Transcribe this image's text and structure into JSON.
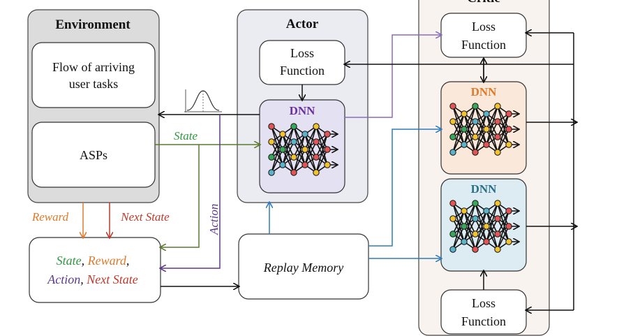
{
  "environment": {
    "title": "Environment",
    "flow_line1": "Flow of arriving",
    "flow_line2": "user tasks",
    "asps": "ASPs"
  },
  "actor": {
    "title": "Actor",
    "loss_line1": "Loss",
    "loss_line2": "Function",
    "dnn": "DNN"
  },
  "critic": {
    "title": "Critic",
    "loss_top_line1": "Loss",
    "loss_top_line2": "Function",
    "dnn_top": "DNN",
    "dnn_bottom": "DNN",
    "loss_bottom_line1": "Loss",
    "loss_bottom_line2": "Function"
  },
  "labels": {
    "state": "State",
    "reward": "Reward",
    "next_state": "Next State",
    "action": "Action"
  },
  "transition": {
    "state": "State",
    "sep1": ", ",
    "reward": "Reward",
    "sep2": ",",
    "action": "Action",
    "sep3": ", ",
    "next_state": "Next State"
  },
  "replay": "Replay Memory",
  "colors": {
    "green": "#5a7a2e",
    "orange": "#e07a2a",
    "red": "#c0392b",
    "purple": "#5b3a8c",
    "violet": "#8a6cbf",
    "blue": "#2e7bbf",
    "actor_dnn": "#6b2fa0",
    "critic_dnn_top": "#e07a2a",
    "critic_dnn_bottom": "#2a6f8a"
  }
}
